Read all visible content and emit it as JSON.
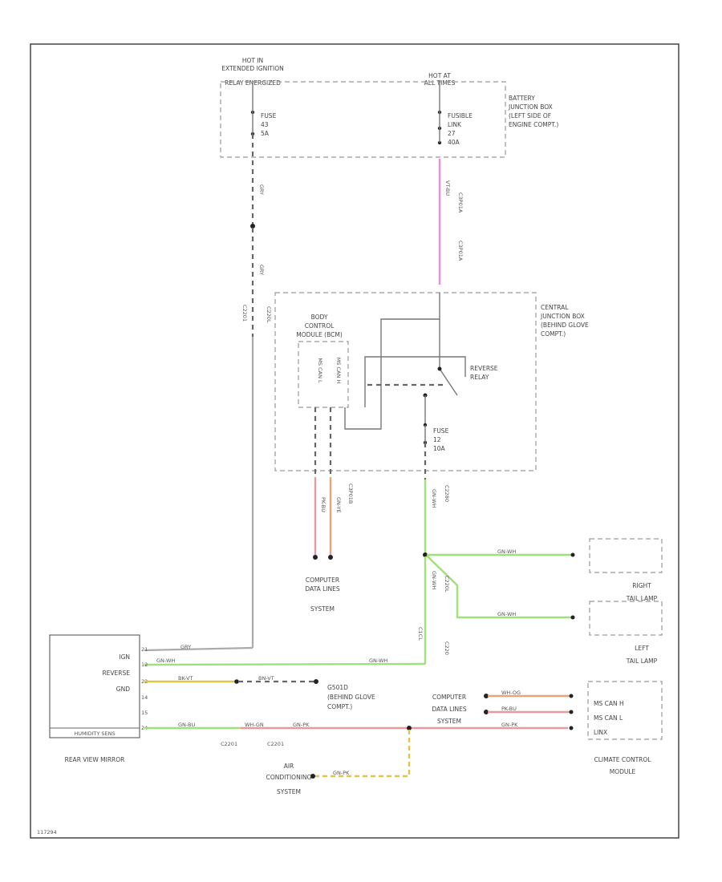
{
  "sources": {
    "hot_left": [
      "HOT IN",
      "EXTENDED IGNITION",
      "RELAY ENERGIZED"
    ],
    "hot_right": [
      "HOT AT",
      "ALL TIMES"
    ]
  },
  "battery_box": [
    "BATTERY",
    "JUNCTION BOX",
    "(LEFT SIDE OF",
    "ENGINE COMPT.)"
  ],
  "fuse_left": [
    "FUSE",
    "43",
    "5A"
  ],
  "fusible_link": [
    "FUSIBLE",
    "LINK",
    "27",
    "40A"
  ],
  "central_box": [
    "CENTRAL",
    "JUNCTION BOX",
    "(BEHIND GLOVE",
    "COMPT.)"
  ],
  "bcm": [
    "BODY",
    "CONTROL",
    "MODULE (BCM)"
  ],
  "bcm_pins": [
    "MS CAN L",
    "MS CAN H"
  ],
  "reverse_relay": [
    "REVERSE",
    "RELAY"
  ],
  "fuse_12": [
    "FUSE",
    "12",
    "10A"
  ],
  "computer_data_top": [
    "COMPUTER",
    "DATA LINES",
    "SYSTEM"
  ],
  "computer_data_bottom": [
    "COMPUTER",
    "DATA LINES",
    "SYSTEM"
  ],
  "right_tail": [
    "RIGHT",
    "TAIL LAMP"
  ],
  "left_tail": [
    "LEFT",
    "TAIL LAMP"
  ],
  "mirror_pins": [
    "IGN",
    "REVERSE",
    "GND"
  ],
  "humidity": "HUMIDITY SENS",
  "rear_view_mirror": "REAR VIEW MIRROR",
  "g_ground": [
    "G501D",
    "(BEHIND GLOVE",
    "COMPT.)"
  ],
  "climate_pins": [
    "MS CAN H",
    "MS CAN L",
    "LINX"
  ],
  "climate_module": [
    "CLIMATE CONTROL",
    "MODULE"
  ],
  "air_cond": [
    "AIR",
    "CONDITIONING",
    "SYSTEM"
  ],
  "connectors": {
    "c2201": "C2201",
    "c220l_a": "C220L",
    "c220l_b": "C220L",
    "c1cl": "C1CL",
    "c2280": "C2280",
    "c220": "C220",
    "c2201b": "C2201",
    "c2201c": "C2201"
  },
  "wire_labels": {
    "gry_top": "GRY",
    "gry_mid": "GRY",
    "vt_bu": "VT-BU",
    "gry_yel": "GN-WH",
    "brown_vt": "BN-VT",
    "cbp_a": "C3P01A",
    "cbp_b": "C3P01A",
    "green_a": "GN-WH",
    "green_b": "GN-WH",
    "green_c": "GN-WH",
    "green_d": "GN-WH",
    "green_e": "GN-WH",
    "pk_bu": "PK-BU",
    "gn_ye": "GN-YE",
    "c3p01b": "C3P01B",
    "bk_vt": "BK-VT",
    "gn_bu": "GN-BU",
    "wh_gn": "WH-GN",
    "gn_pk": "GN-PK",
    "wh_og": "WH-OG",
    "pk_bu2": "PK-BU",
    "gn_pk2": "GN-PK",
    "gn_pk3": "GN-PK",
    "gry_ign": "GRY"
  },
  "pin_nums": [
    "21",
    "12",
    "22",
    "14",
    "15",
    "24"
  ],
  "code": "117294"
}
